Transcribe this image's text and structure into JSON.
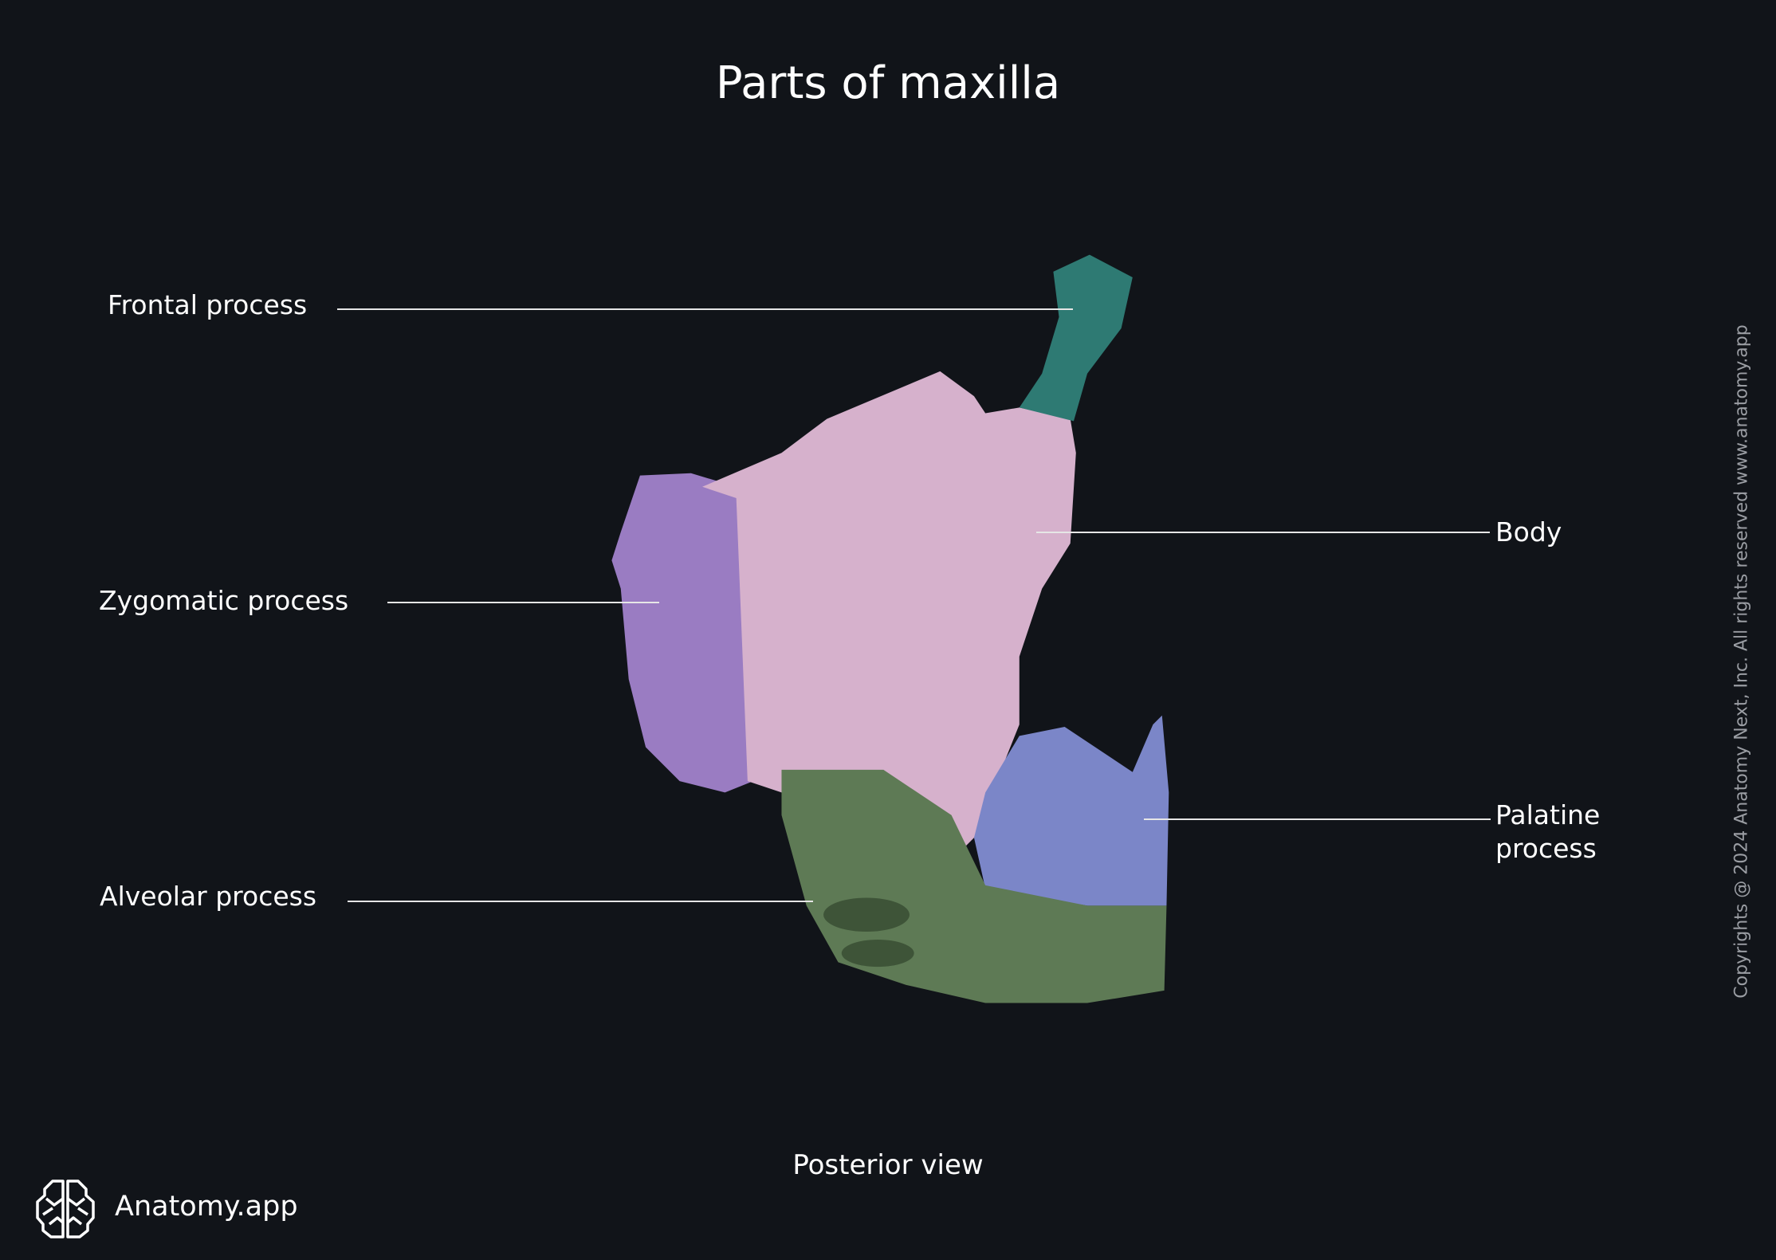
{
  "title": "Parts of maxilla",
  "view": "Posterior view",
  "labels": {
    "frontal": "Frontal process",
    "body": "Body",
    "zygomatic": "Zygomatic process",
    "palatine_1": "Palatine",
    "palatine_2": "process",
    "alveolar": "Alveolar process"
  },
  "brand": {
    "name": "Anatomy.app",
    "icon": "brain-icon"
  },
  "copyright": "Copyrights @ 2024 Anatomy Next, Inc. All rights reserved www.anatomy.app",
  "colors": {
    "background": "#111419",
    "body": "#d6b1cc",
    "zygomatic": "#9a7cc2",
    "alveolar": "#5e7a55",
    "palatine": "#7b86c8",
    "frontal": "#2e7a73"
  }
}
